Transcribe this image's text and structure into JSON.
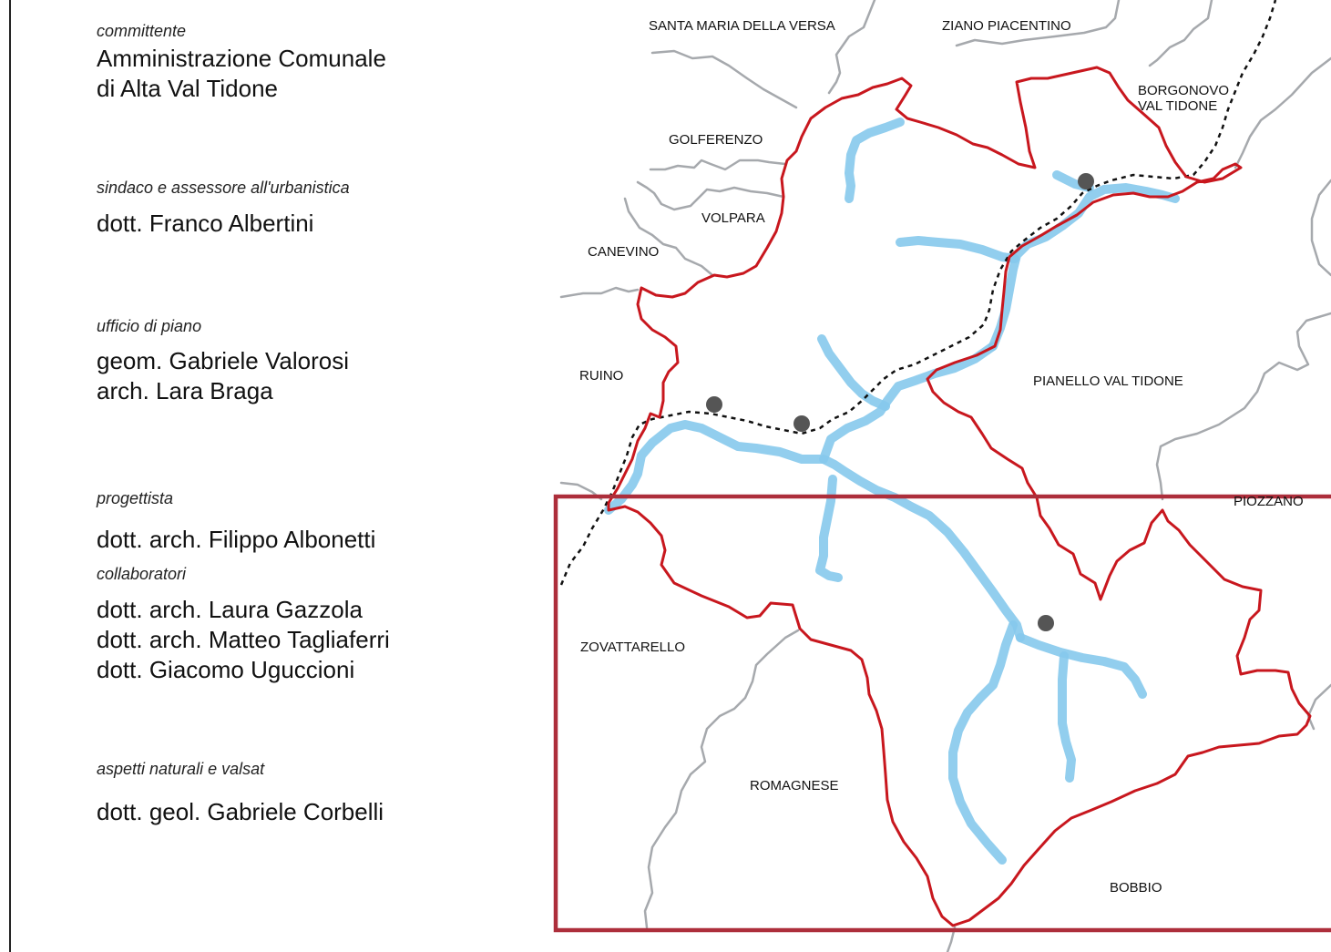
{
  "credits": {
    "committente_role": "committente",
    "committente_lines": [
      "Amministrazione Comunale",
      "di Alta Val Tidone"
    ],
    "sindaco_role": "sindaco e assessore all'urbanistica",
    "sindaco_name": "dott. Franco Albertini",
    "ufficio_role": "ufficio di piano",
    "ufficio_lines": [
      "geom. Gabriele Valorosi",
      "arch. Lara Braga"
    ],
    "progettista_role": "progettista",
    "progettista_name": "dott. arch. Filippo Albonetti",
    "collaboratori_role": "collaboratori",
    "collaboratori_lines": [
      "dott. arch. Laura Gazzola",
      "dott. arch. Matteo Tagliaferri",
      "dott. Giacomo Uguccioni"
    ],
    "aspetti_role": "aspetti naturali e valsat",
    "aspetti_name": "dott. geol. Gabriele Corbelli"
  },
  "map": {
    "labels": {
      "santa_maria": "SANTA MARIA DELLA VERSA",
      "ziano": "ZIANO PIACENTINO",
      "borgonovo_1": "BORGONOVO",
      "borgonovo_2": "VAL TIDONE",
      "golferenzo": "GOLFERENZO",
      "volpara": "VOLPARA",
      "canevino": "CANEVINO",
      "ruino": "RUINO",
      "pianello": "PIANELLO VAL TIDONE",
      "piozzano": "PIOZZANO",
      "zovattarello": "ZOVATTARELLO",
      "romagnese": "ROMAGNESE",
      "bobbio": "BOBBIO"
    },
    "colors": {
      "boundary": "#c8171e",
      "river": "#86c9ec",
      "neighbor_border": "#a6a9ad",
      "highlight_frame": "#ad2e3b",
      "settlement": "#555555",
      "provincial_line": "#111111"
    }
  }
}
